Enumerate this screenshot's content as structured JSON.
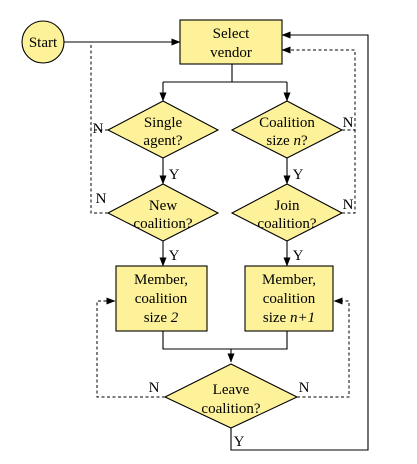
{
  "diagram": {
    "nodes": {
      "start": {
        "text": "Start"
      },
      "select_vendor": {
        "lines": [
          "Select",
          "vendor"
        ]
      },
      "single_agent": {
        "lines": [
          "Single",
          "agent?"
        ]
      },
      "coalition_size_n": {
        "line1": "Coalition",
        "line2_prefix": "size ",
        "line2_var": "n",
        "line2_suffix": "?"
      },
      "new_coalition": {
        "lines": [
          "New",
          "coalition?"
        ]
      },
      "join_coalition": {
        "lines": [
          "Join",
          "coalition?"
        ]
      },
      "member_size_2": {
        "lines": [
          "Member,",
          "coalition"
        ],
        "line3_prefix": "size ",
        "line3_var": "2"
      },
      "member_size_n1": {
        "lines": [
          "Member,",
          "coalition"
        ],
        "line3_prefix": "size ",
        "line3_var": "n+1"
      },
      "leave_coalition": {
        "lines": [
          "Leave",
          "coalition?"
        ]
      }
    },
    "edge_labels": {
      "yes": "Y",
      "no": "N"
    }
  }
}
